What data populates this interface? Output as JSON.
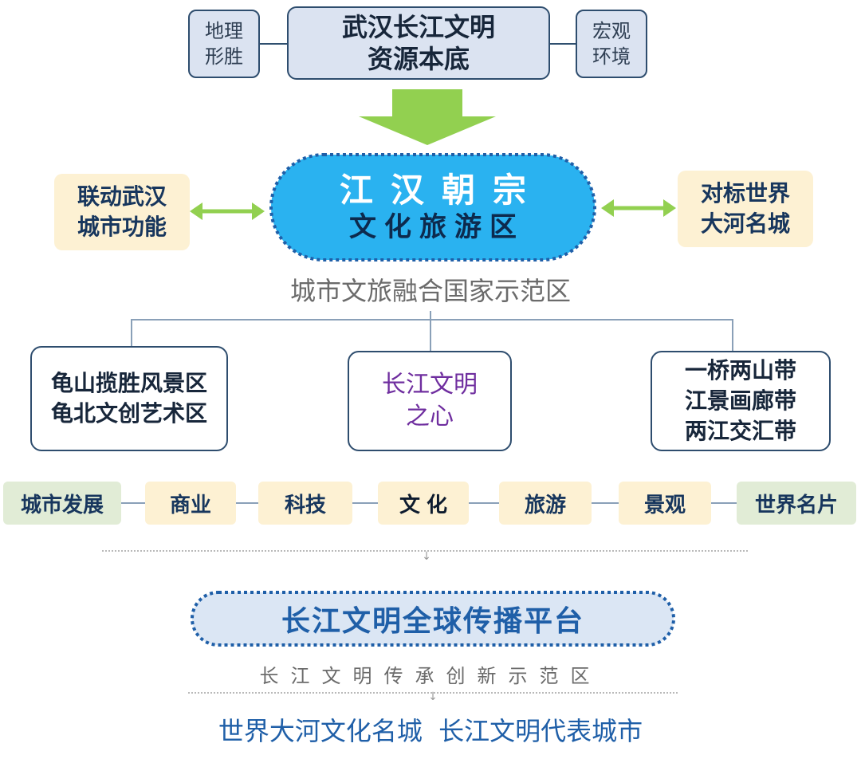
{
  "top": {
    "left_box": [
      "地理",
      "形胜"
    ],
    "main_box": [
      "武汉长江文明",
      "资源本底"
    ],
    "right_box": [
      "宏观",
      "环境"
    ]
  },
  "center": {
    "title": "江汉朝宗",
    "subtitle": "文化旅游区",
    "left_box": [
      "联动武汉",
      "城市功能"
    ],
    "right_box": [
      "对标世界",
      "大河名城"
    ],
    "caption": "城市文旅融合国家示范区"
  },
  "branches": {
    "left": [
      "龟山揽胜风景区",
      "龟北文创艺术区"
    ],
    "middle": [
      "长江文明",
      "之心"
    ],
    "right": [
      "一桥两山带",
      "江景画廊带",
      "两江交汇带"
    ]
  },
  "chain": [
    "城市发展",
    "商业",
    "科技",
    "文化",
    "旅游",
    "景观",
    "世界名片"
  ],
  "platform": {
    "title": "长江文明全球传播平台",
    "caption": "长江文明传承创新示范区"
  },
  "final": "世界大河文化名城  长江文明代表城市",
  "colors": {
    "navy": "#2e4d6e",
    "light_blue_fill": "#dbe3f1",
    "cream": "#fdf1d3",
    "light_green": "#e1ecd6",
    "arrow_green": "#92d050",
    "hero_blue": "#2ab2f0",
    "text_blue": "#1f5fa8",
    "purple": "#6f2e9f",
    "gray": "#6b6b6b"
  }
}
